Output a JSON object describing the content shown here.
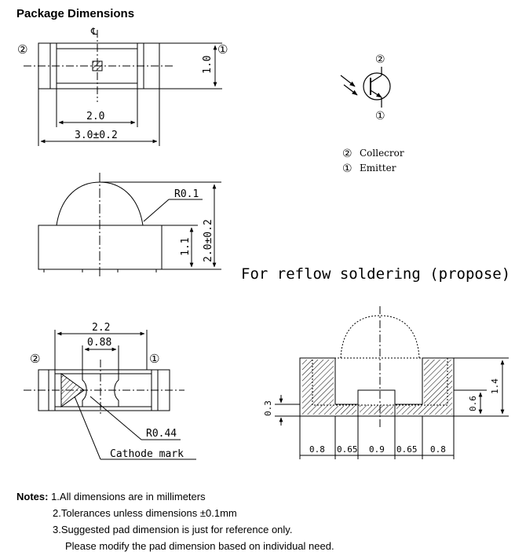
{
  "title": "Package Dimensions",
  "top_view": {
    "pin_left": "②",
    "pin_right": "①",
    "centerline": "℄",
    "dim_height": "1.0",
    "dim_inner": "2.0",
    "dim_total": "3.0±0.2"
  },
  "side_view": {
    "dim_radius": "R0.1",
    "dim_body": "1.1",
    "dim_total": "2.0±0.2"
  },
  "bottom_view": {
    "pin_left": "②",
    "pin_right": "①",
    "dim_outer": "2.2",
    "dim_inner": "0.88",
    "dim_radius": "R0.44",
    "cathode_label": "Cathode mark"
  },
  "symbol": {
    "pin_top": "②",
    "pin_bottom": "①",
    "legend": [
      {
        "num": "②",
        "label": "Collecror"
      },
      {
        "num": "①",
        "label": "Emitter"
      }
    ]
  },
  "reflow": {
    "heading": "For reflow soldering (propose)",
    "dims_bottom": [
      "0.8",
      "0.65",
      "0.9",
      "0.65",
      "0.8"
    ],
    "dim_left": "0.3",
    "dim_right_inner": "0.6",
    "dim_right_outer": "1.4"
  },
  "notes": {
    "label": "Notes:",
    "lines": [
      "1.All dimensions are in millimeters",
      "2.Tolerances unless dimensions ±0.1mm",
      "3.Suggested pad dimension is just for reference only.",
      "Please modify the pad dimension based on individual need."
    ]
  }
}
